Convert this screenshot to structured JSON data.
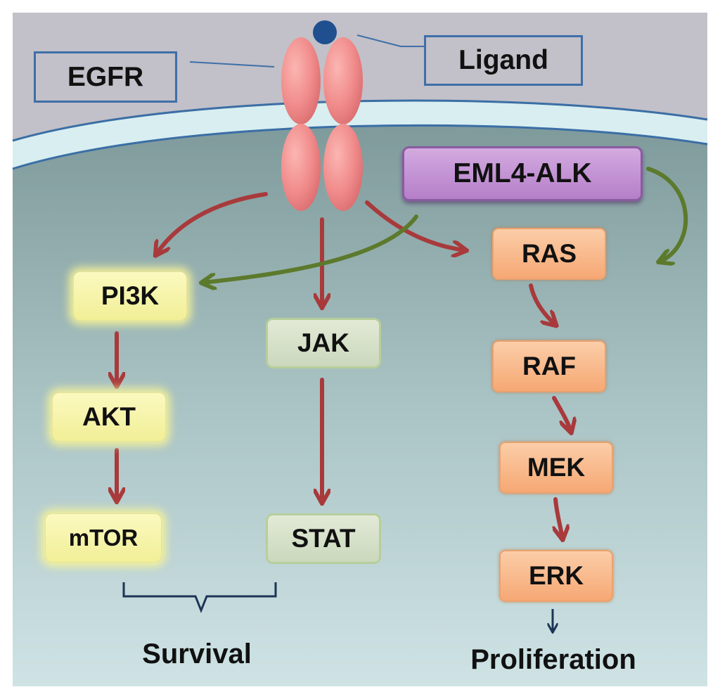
{
  "labels": {
    "egfr": "EGFR",
    "ligand": "Ligand",
    "eml4_alk": "EML4-ALK",
    "pi3k": "PI3K",
    "akt": "AKT",
    "mtor": "mTOR",
    "jak": "JAK",
    "stat": "STAT",
    "ras": "RAS",
    "raf": "RAF",
    "mek": "MEK",
    "erk": "ERK",
    "survival": "Survival",
    "proliferation": "Proliferation"
  },
  "colors": {
    "membrane_outer": "#c2c0c8",
    "membrane_band": "#d8eef0",
    "membrane_line": "#3b6ea5",
    "cytoplasm_top": "#7f9a9b",
    "cytoplasm_bottom": "#cfe3e5",
    "receptor": "#f08a8a",
    "ligand": "#1f4f8f",
    "red_arrow": "#a83a3c",
    "green_arrow": "#5c7a2c",
    "brace": "#1c3555"
  }
}
